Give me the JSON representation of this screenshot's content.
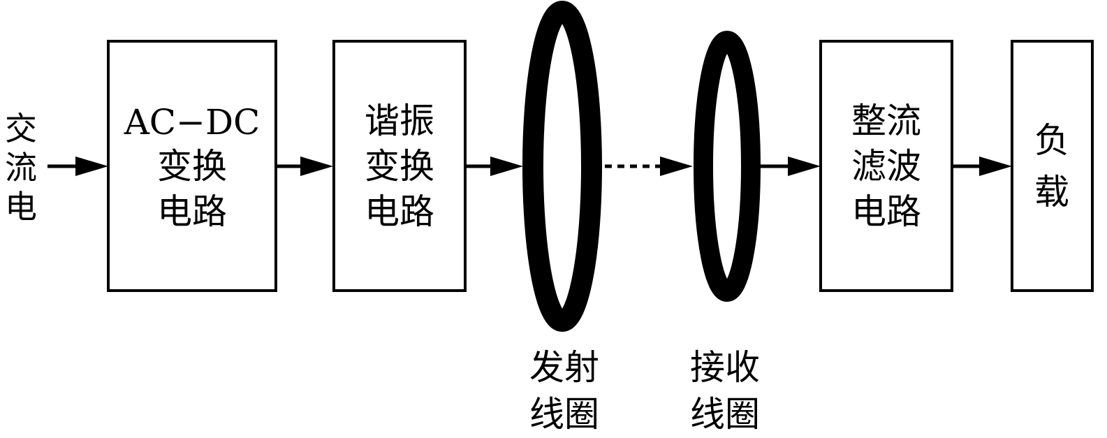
{
  "input": {
    "lines": [
      "交",
      "流",
      "电"
    ]
  },
  "blocks": {
    "acdc": {
      "lines": [
        "AC−DC",
        "变换",
        "电路"
      ]
    },
    "resonant": {
      "lines": [
        "谐振",
        "变换",
        "电路"
      ]
    },
    "rectifier": {
      "lines": [
        "整流",
        "滤波",
        "电路"
      ]
    },
    "load": {
      "lines": [
        "负",
        "载"
      ]
    }
  },
  "coils": {
    "transmit": {
      "lines": [
        "发射",
        "线圈"
      ]
    },
    "receive": {
      "lines": [
        "接收",
        "线圈"
      ]
    }
  }
}
